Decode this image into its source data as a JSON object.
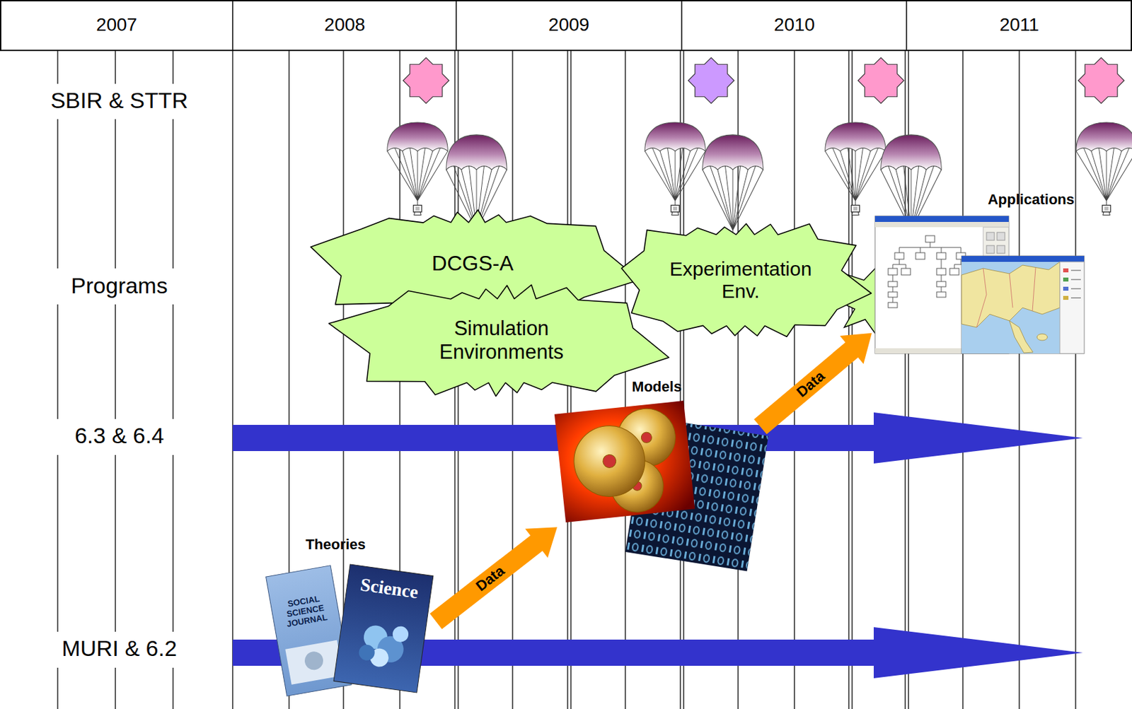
{
  "diagram": {
    "nodes": [
      {
        "text": [
          "Applications"
        ]
      },
      {
        "text": [
          "DCGS-A"
        ]
      },
      {
        "text": [
          "Experimentation Env."
        ]
      },
      {
        "text": [
          "Simulation Environments"
        ]
      },
      {
        "text": [
          "Models"
        ]
      },
      {
        "text": [
          "Theories"
        ]
      }
    ],
    "edges": [
      {
        "from": 5,
        "to": 4,
        "label": "Data",
        "arrow": "to"
      },
      {
        "from": 4,
        "to": 0,
        "label": "Data",
        "arrow": "to"
      }
    ],
    "labels": [
      "2007",
      "2008",
      "2009",
      "2010",
      "2011",
      "SBIR & STTR",
      "Programs",
      "6.3 & 6.4",
      "MURI & 6.2",
      "SOCIAL SCIENCE JOURNAL",
      "Science"
    ]
  }
}
